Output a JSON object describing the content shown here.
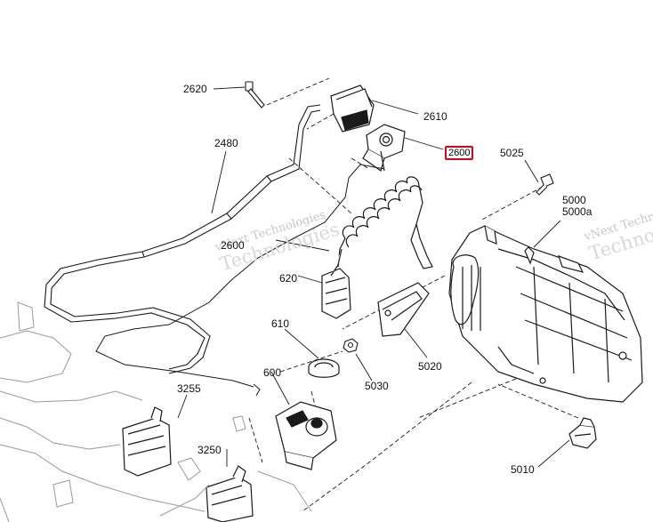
{
  "callouts": {
    "c2620": "2620",
    "c2610": "2610",
    "c2600_sel": "2600",
    "c5025": "5025",
    "c2480": "2480",
    "c5000": "5000",
    "c5000a": "5000a",
    "c2600": "2600",
    "c620": "620",
    "c610": "610",
    "c5020": "5020",
    "c5030": "5030",
    "c600": "600",
    "c3255": "3255",
    "c3250": "3250",
    "c5010": "5010"
  },
  "watermark": {
    "line1": "vNext Technologies",
    "line2": "Technologies"
  },
  "colors": {
    "line": "#1a1a1a",
    "highlight": "#e0001b",
    "watermark": "#c7c7c7"
  }
}
